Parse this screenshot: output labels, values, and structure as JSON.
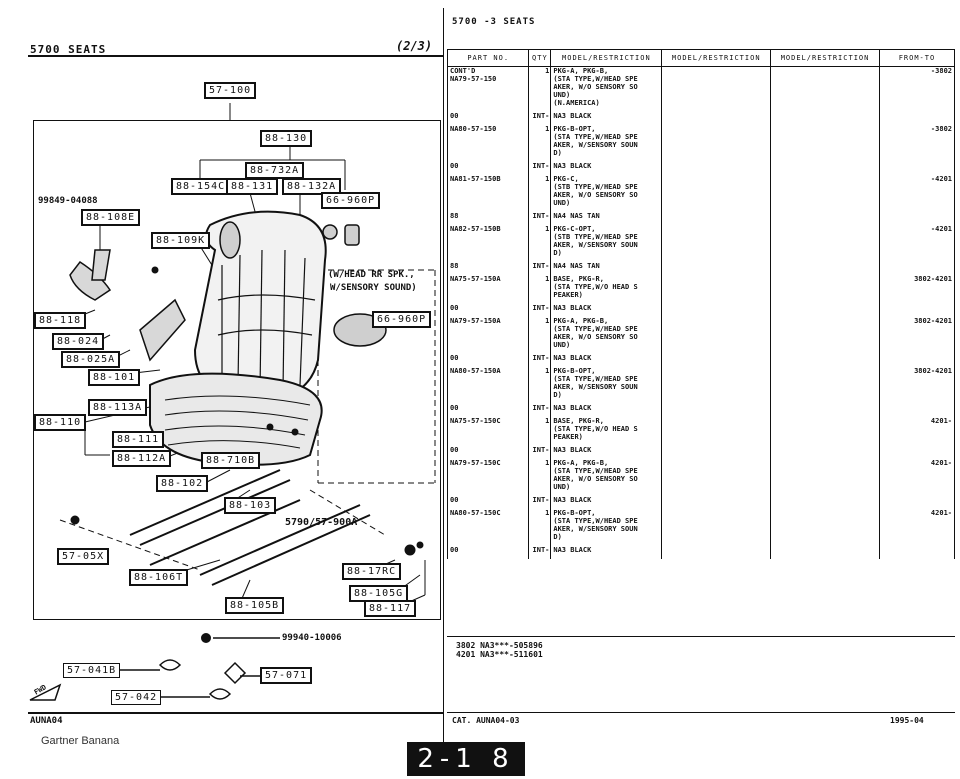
{
  "header": {
    "left_title": "5700   SEATS",
    "left_page": "(2/3)",
    "top_title": "5700 -3   SEATS"
  },
  "diagram": {
    "callouts": [
      {
        "id": "c1",
        "text": "57-100"
      },
      {
        "id": "c2",
        "text": "88-130"
      },
      {
        "id": "c3",
        "text": "88-732A"
      },
      {
        "id": "c4",
        "text": "88-154C"
      },
      {
        "id": "c5",
        "text": "88-131"
      },
      {
        "id": "c6",
        "text": "88-132A"
      },
      {
        "id": "c7",
        "text": "66-960P"
      },
      {
        "id": "c8",
        "text": "88-108E"
      },
      {
        "id": "c9",
        "text": "88-109K"
      },
      {
        "id": "c10",
        "text": "66-960P"
      },
      {
        "id": "c11",
        "text": "88-118"
      },
      {
        "id": "c12",
        "text": "88-024"
      },
      {
        "id": "c13",
        "text": "88-025A"
      },
      {
        "id": "c14",
        "text": "88-101"
      },
      {
        "id": "c15",
        "text": "88-113A"
      },
      {
        "id": "c16",
        "text": "88-110"
      },
      {
        "id": "c17",
        "text": "88-111"
      },
      {
        "id": "c18",
        "text": "88-112A"
      },
      {
        "id": "c19",
        "text": "88-710B"
      },
      {
        "id": "c20",
        "text": "88-102"
      },
      {
        "id": "c21",
        "text": "88-103"
      },
      {
        "id": "c22",
        "text": "57-05X"
      },
      {
        "id": "c23",
        "text": "88-106T"
      },
      {
        "id": "c24",
        "text": "88-17RC"
      },
      {
        "id": "c25",
        "text": "88-105G"
      },
      {
        "id": "c26",
        "text": "88-105B"
      },
      {
        "id": "c27",
        "text": "88-117"
      },
      {
        "id": "c28",
        "text": "57-041B"
      },
      {
        "id": "c29",
        "text": "57-071"
      },
      {
        "id": "c30",
        "text": "57-042"
      }
    ],
    "code_left": "99849-04088",
    "note_line1": "(W/HEAD RR SPK.,",
    "note_line2": "W/SENSORY SOUND)",
    "ref_5790": "5790/57-900A",
    "ref_99940": "99940-10006",
    "fwd": "FWD",
    "bottom_left_code": "AUNA04",
    "gartner": "Gartner Banana"
  },
  "table": {
    "headers": [
      "PART NO.",
      "QTY",
      "MODEL/RESTRICTION",
      "MODEL/RESTRICTION",
      "MODEL/RESTRICTION",
      "FROM-TO"
    ],
    "rows": [
      {
        "pn": "CONT'D\nNA79-57-150",
        "qty": "1",
        "desc": "PKG-A, PKG-B,\n(STA TYPE,W/HEAD SPE\nAKER, W/O SENSORY SO\nUND)\n(N.AMERICA)",
        "ft": "-3802"
      },
      {
        "pn": "00",
        "qty": "INT-",
        "desc": "NA3 BLACK",
        "ft": ""
      },
      {
        "pn": "NA80-57-150",
        "qty": "1",
        "desc": "PKG-B-OPT,\n(STA TYPE,W/HEAD SPE\nAKER, W/SENSORY SOUN\nD)",
        "ft": "-3802"
      },
      {
        "pn": "00",
        "qty": "INT-",
        "desc": "NA3 BLACK",
        "ft": ""
      },
      {
        "pn": "NA81-57-150B",
        "qty": "1",
        "desc": "PKG-C,\n(STB TYPE,W/HEAD SPE\nAKER, W/O SENSORY SO\nUND)",
        "ft": "-4201"
      },
      {
        "pn": "88",
        "qty": "INT-",
        "desc": "NA4 NAS TAN",
        "ft": ""
      },
      {
        "pn": "NA82-57-150B",
        "qty": "1",
        "desc": "PKG-C-OPT,\n(STB TYPE,W/HEAD SPE\nAKER, W/SENSORY SOUN\nD)",
        "ft": "-4201"
      },
      {
        "pn": "88",
        "qty": "INT-",
        "desc": "NA4 NAS TAN",
        "ft": ""
      },
      {
        "pn": "NA75-57-150A",
        "qty": "1",
        "desc": "BASE, PKG-R,\n(STA TYPE,W/O HEAD S\nPEAKER)",
        "ft": "3802-4201"
      },
      {
        "pn": "00",
        "qty": "INT-",
        "desc": "NA3 BLACK",
        "ft": ""
      },
      {
        "pn": "NA79-57-150A",
        "qty": "1",
        "desc": "PKG-A, PKG-B,\n(STA TYPE,W/HEAD SPE\nAKER, W/O SENSORY SO\nUND)",
        "ft": "3802-4201"
      },
      {
        "pn": "00",
        "qty": "INT-",
        "desc": "NA3 BLACK",
        "ft": ""
      },
      {
        "pn": "NA80-57-150A",
        "qty": "1",
        "desc": "PKG-B-OPT,\n(STA TYPE,W/HEAD SPE\nAKER, W/SENSORY SOUN\nD)",
        "ft": "3802-4201"
      },
      {
        "pn": "00",
        "qty": "INT-",
        "desc": "NA3 BLACK",
        "ft": ""
      },
      {
        "pn": "NA75-57-150C",
        "qty": "1",
        "desc": "BASE, PKG-R,\n(STA TYPE,W/O HEAD S\nPEAKER)",
        "ft": "4201-"
      },
      {
        "pn": "00",
        "qty": "INT-",
        "desc": "NA3 BLACK",
        "ft": ""
      },
      {
        "pn": "NA79-57-150C",
        "qty": "1",
        "desc": "PKG-A, PKG-B,\n(STA TYPE,W/HEAD SPE\nAKER, W/O SENSORY SO\nUND)",
        "ft": "4201-"
      },
      {
        "pn": "00",
        "qty": "INT-",
        "desc": "NA3 BLACK",
        "ft": ""
      },
      {
        "pn": "NA80-57-150C",
        "qty": "1",
        "desc": "PKG-B-OPT,\n(STA TYPE,W/HEAD SPE\nAKER, W/SENSORY SOUN\nD)",
        "ft": "4201-"
      },
      {
        "pn": "00",
        "qty": "INT-",
        "desc": "NA3 BLACK",
        "ft": ""
      }
    ],
    "footnote1": "3802 NA3***-505896",
    "footnote2": "4201 NA3***-511601",
    "cat_code": "CAT. AUNA04-03",
    "date_code": "1995-04"
  },
  "page_tab": "2-1 8"
}
